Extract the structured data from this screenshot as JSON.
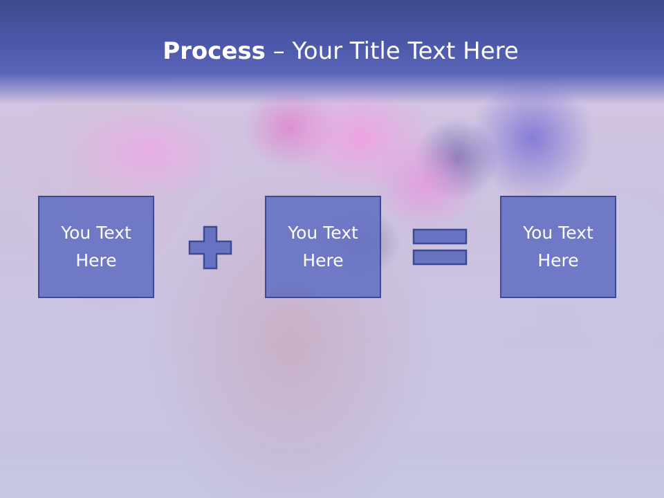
{
  "slide": {
    "title_bold": "Process",
    "title_rest": " – Your Title Text Here"
  },
  "boxes": [
    {
      "text": "You Text Here"
    },
    {
      "text": "You Text Here"
    },
    {
      "text": "You Text Here"
    }
  ],
  "operators": {
    "plus_icon": "plus-icon",
    "equals_icon": "equals-icon"
  },
  "colors": {
    "header": "#4a55a6",
    "box_fill": "#6873c3",
    "box_border": "#3d4a8f",
    "text": "#ffffff"
  }
}
